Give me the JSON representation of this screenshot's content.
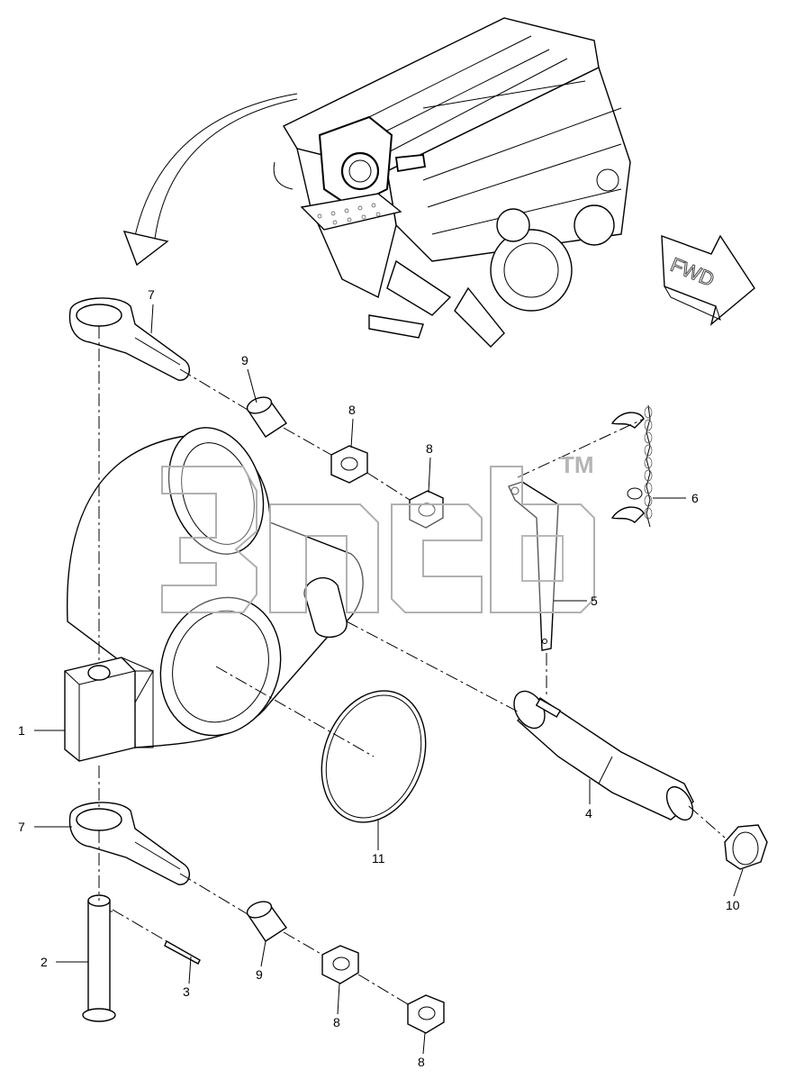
{
  "figure": {
    "direction_sign": "FWD",
    "watermark_trademark": "TM"
  },
  "callouts": [
    {
      "id": "callout-1",
      "label": "1"
    },
    {
      "id": "callout-2",
      "label": "2"
    },
    {
      "id": "callout-3",
      "label": "3"
    },
    {
      "id": "callout-4",
      "label": "4"
    },
    {
      "id": "callout-5",
      "label": "5"
    },
    {
      "id": "callout-6",
      "label": "6"
    },
    {
      "id": "callout-7-top",
      "label": "7"
    },
    {
      "id": "callout-7-bottom",
      "label": "7"
    },
    {
      "id": "callout-8-a",
      "label": "8"
    },
    {
      "id": "callout-8-b",
      "label": "8"
    },
    {
      "id": "callout-8-c",
      "label": "8"
    },
    {
      "id": "callout-8-d",
      "label": "8"
    },
    {
      "id": "callout-9-top",
      "label": "9"
    },
    {
      "id": "callout-9-bottom",
      "label": "9"
    },
    {
      "id": "callout-10",
      "label": "10"
    },
    {
      "id": "callout-11",
      "label": "11"
    }
  ]
}
